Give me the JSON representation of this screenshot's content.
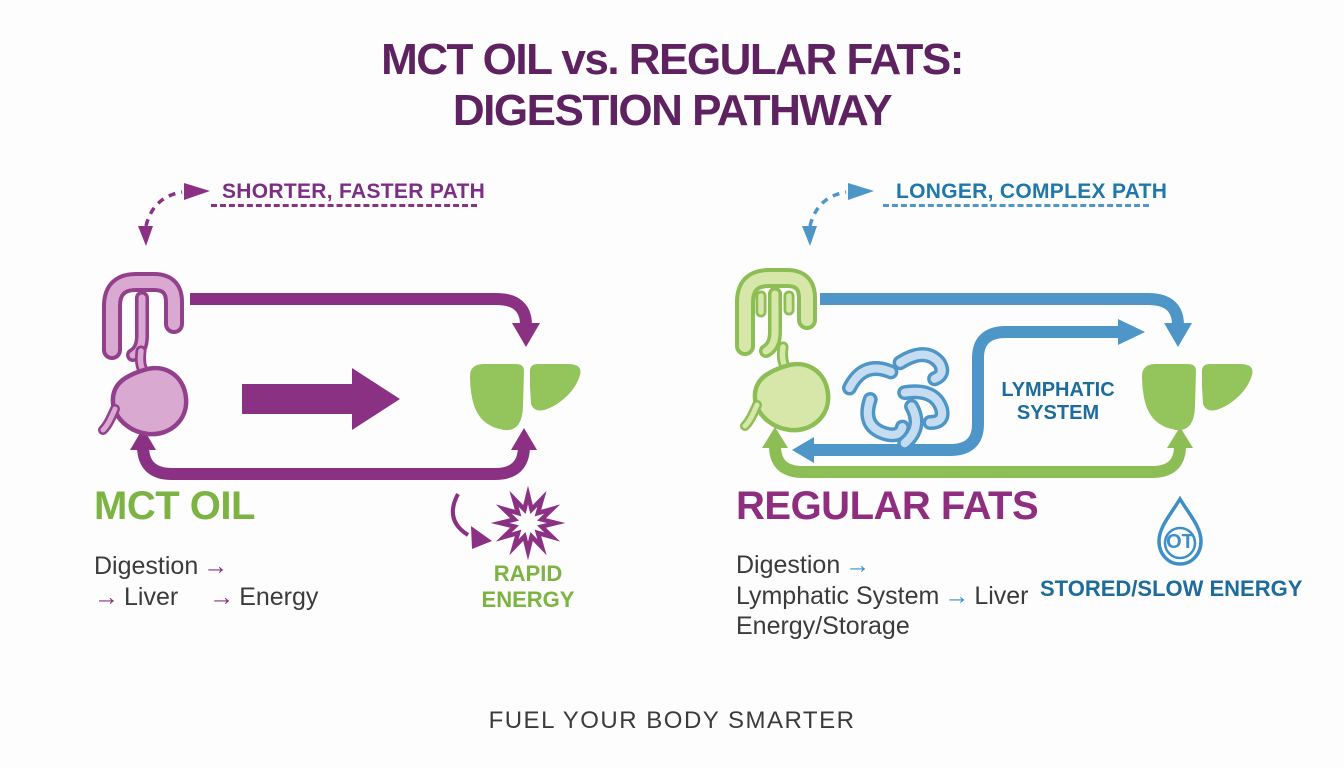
{
  "title": {
    "line1": "MCT OIL vs. REGULAR FATS:",
    "line2": "DIGESTION PATHWAY"
  },
  "glyphs": {
    "arrow": "→"
  },
  "left_panel": {
    "path_label": "SHORTER, FASTER PATH",
    "heading": "MCT OIL",
    "steps": {
      "step1": "Digestion",
      "step2": "Liver",
      "step3": "Energy"
    },
    "result_line1": "RAPID",
    "result_line2": "ENERGY"
  },
  "right_panel": {
    "path_label": "LONGER, COMPLEX PATH",
    "heading": "REGULAR FATS",
    "lymph_line1": "LYMPHATIC",
    "lymph_line2": "SYSTEM",
    "steps": {
      "step1": "Digestion",
      "step2": "Lymphatic System",
      "step3": "Liver",
      "step4": "Energy/Storage"
    },
    "droplet_text": "OT",
    "result": "STORED/SLOW ENERGY"
  },
  "footer": {
    "tagline": "FUEL YOUR BODY SMARTER"
  },
  "colors": {
    "title_purple": "#5E2260",
    "path_purple": "#8A3184",
    "label_purple": "#7C2E85",
    "organ_purple_fill": "#D9A9D2",
    "organ_purple_stroke": "#93408C",
    "green_text": "#7CB342",
    "path_green": "#8CBE55",
    "liver_green": "#94C45C",
    "organ_green_fill": "#D6E7A9",
    "path_blue": "#4E96C8",
    "text_blue": "#1D6C9C",
    "lymph_fill": "#C6DCF0",
    "dark_text": "#3B3B3B",
    "background": "#FDFDFE"
  },
  "icons": {
    "intestines-icon": "large-intestine outline",
    "stomach-icon": "stomach outline",
    "liver-icon": "two-lobe liver silhouette",
    "lymphatic-vessels-icon": "curved vessel squiggles",
    "burst-icon": "12-point energy starburst",
    "droplet-icon": "oil droplet with OT monogram"
  }
}
